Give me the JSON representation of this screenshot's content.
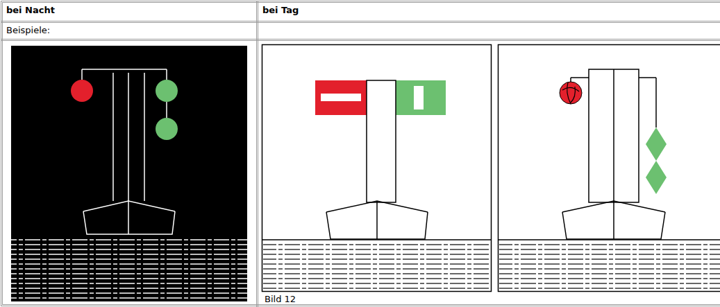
{
  "diagram": {
    "caption": "Bild 12",
    "labels": [
      "bei Nacht",
      "bei Tag",
      "Beispiele:"
    ]
  }
}
